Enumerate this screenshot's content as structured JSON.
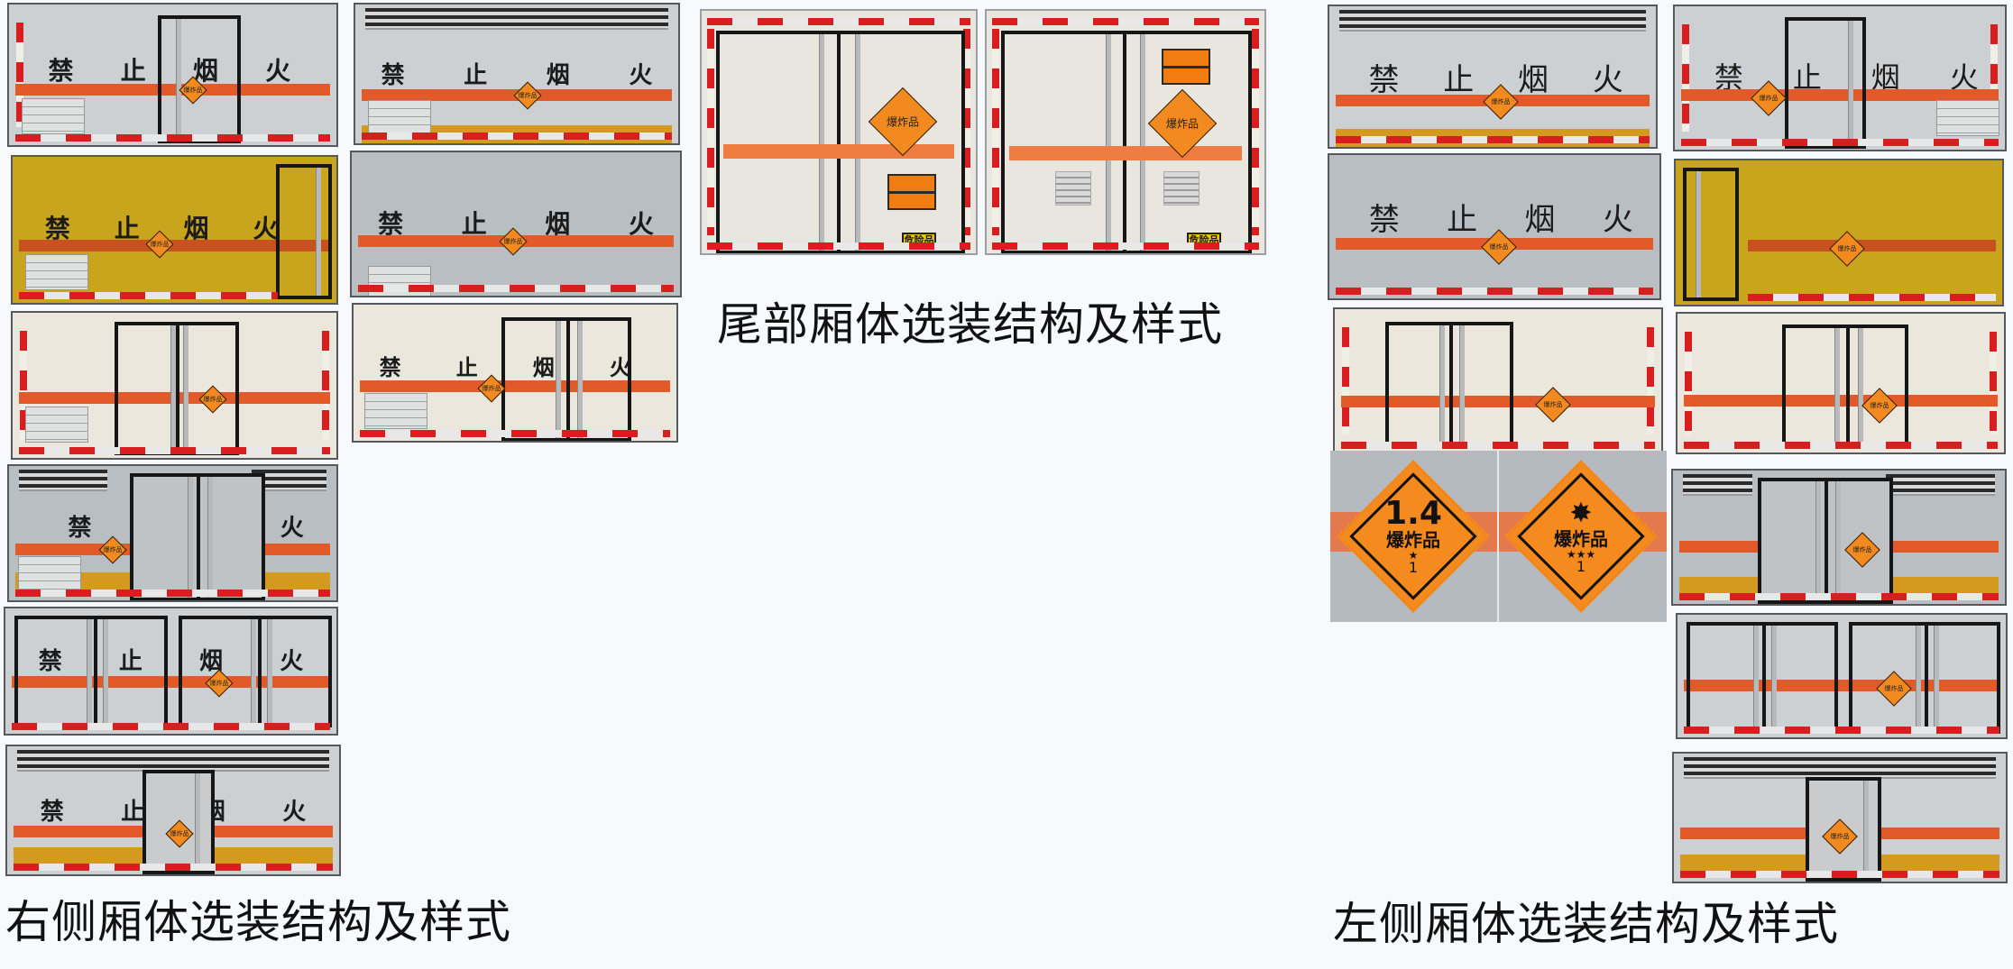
{
  "captions": {
    "right_side": "右侧厢体选装结构及样式",
    "rear": "尾部厢体选装结构及样式",
    "left_side": "左侧厢体选装结构及样式"
  },
  "panel_text": {
    "no_smoking_fire": [
      "禁",
      "止",
      "烟",
      "火"
    ],
    "explosive_label": "爆炸品",
    "class_number": "1",
    "hazard_tag": "危险品"
  },
  "signs": {
    "sign_1": {
      "division": "1.4",
      "label": "爆炸品",
      "stars": "★",
      "class": "1"
    },
    "sign_2": {
      "division": "",
      "label": "爆炸品",
      "stars": "★★★",
      "class": "1"
    }
  },
  "colors": {
    "stripe_red_orange": "#e25a2a",
    "hazard_orange": "#f58a1e",
    "panel_yellow": "#c9a51e",
    "reflective_red": "#d81e1e",
    "background": "#f8f9fd"
  }
}
